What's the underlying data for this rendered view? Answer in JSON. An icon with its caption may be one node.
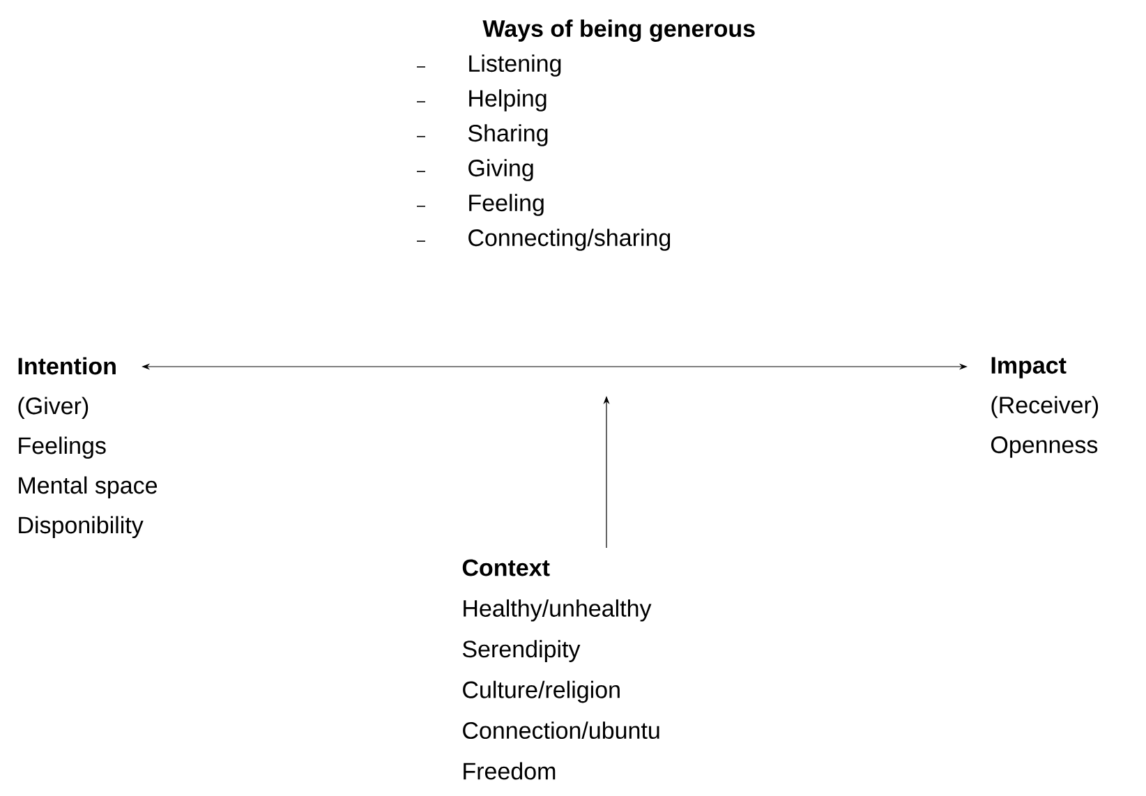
{
  "diagram": {
    "nodes": [
      {
        "text": [
          "Intention",
          "(Giver)",
          "Feelings",
          "Mental space",
          "Disponibility"
        ]
      },
      {
        "text": [
          "Impact",
          "(Receiver)",
          "Openness"
        ]
      },
      {
        "text": [
          "Context",
          "Healthy/unhealthy",
          "Serendipity",
          "Culture/religion",
          "Connection/ubuntu",
          "Freedom"
        ]
      }
    ],
    "edges": [
      {
        "from": 0,
        "to": 1,
        "arrow": "both"
      },
      {
        "from": 2,
        "to": null,
        "arrow": "to"
      }
    ],
    "labels": [
      "Ways of being generous",
      "Listening",
      "Helping",
      "Sharing",
      "Giving",
      "Feeling",
      "Connecting/sharing"
    ]
  }
}
